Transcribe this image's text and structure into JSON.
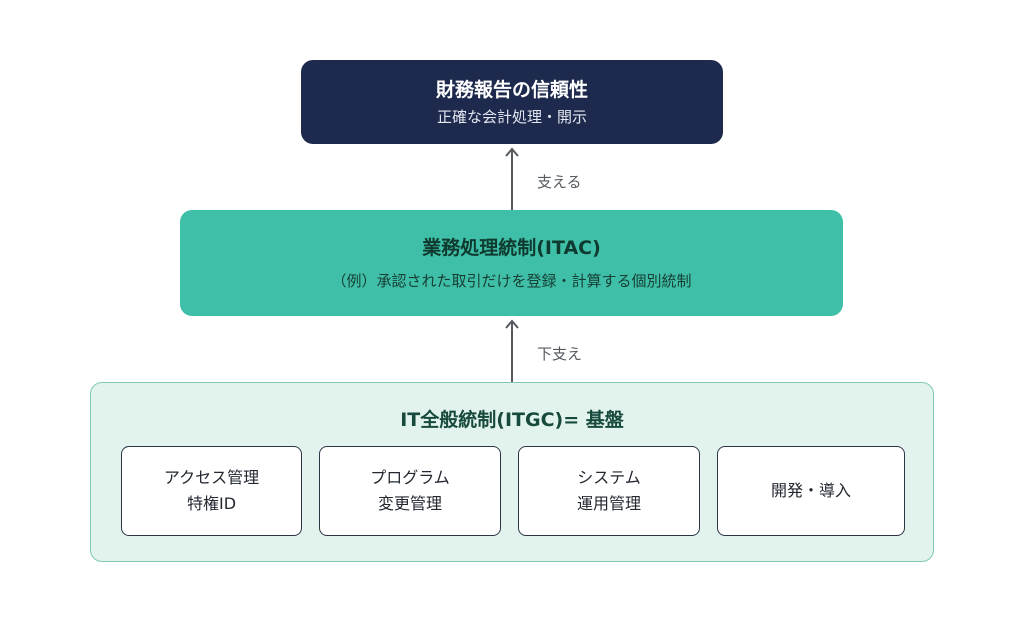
{
  "top": {
    "title": "財務報告の信頼性",
    "subtitle": "正確な会計処理・開示"
  },
  "arrow_upper": {
    "label": "支える"
  },
  "middle": {
    "title": "業務処理統制(ITAC)",
    "subtitle": "（例）承認された取引だけを登録・計算する個別統制"
  },
  "arrow_lower": {
    "label": "下支え"
  },
  "bottom": {
    "title": "IT全般統制(ITGC)= 基盤",
    "items": [
      {
        "line1": "アクセス管理",
        "line2": "特権ID"
      },
      {
        "line1": "プログラム",
        "line2": "変更管理"
      },
      {
        "line1": "システム",
        "line2": "運用管理"
      },
      {
        "line1": "開発・導入",
        "line2": ""
      }
    ]
  },
  "colors": {
    "top_box": "#1d2a4d",
    "middle_box": "#3fbfa7",
    "bottom_box": "#e2f3ee",
    "bottom_border": "#7fc8b6",
    "arrow": "#555a60"
  }
}
